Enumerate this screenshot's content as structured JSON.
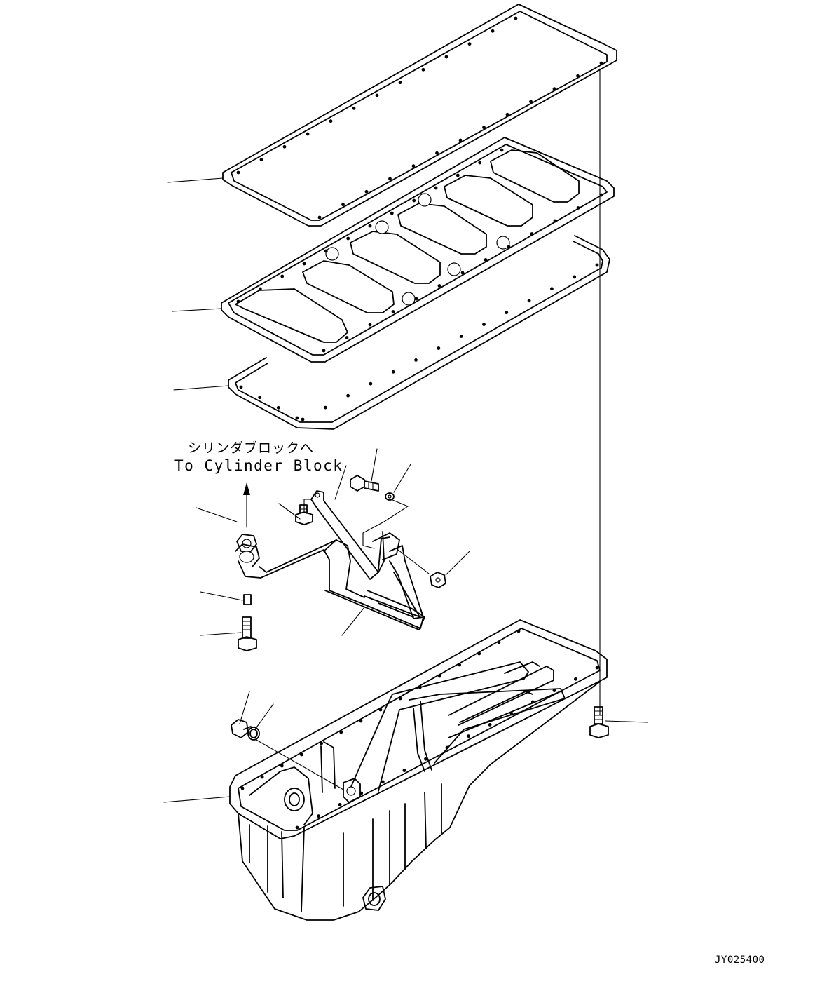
{
  "annotation": {
    "japanese": "シリンダブロックへ",
    "english": "To Cylinder Block"
  },
  "drawing_id": "JY025400"
}
